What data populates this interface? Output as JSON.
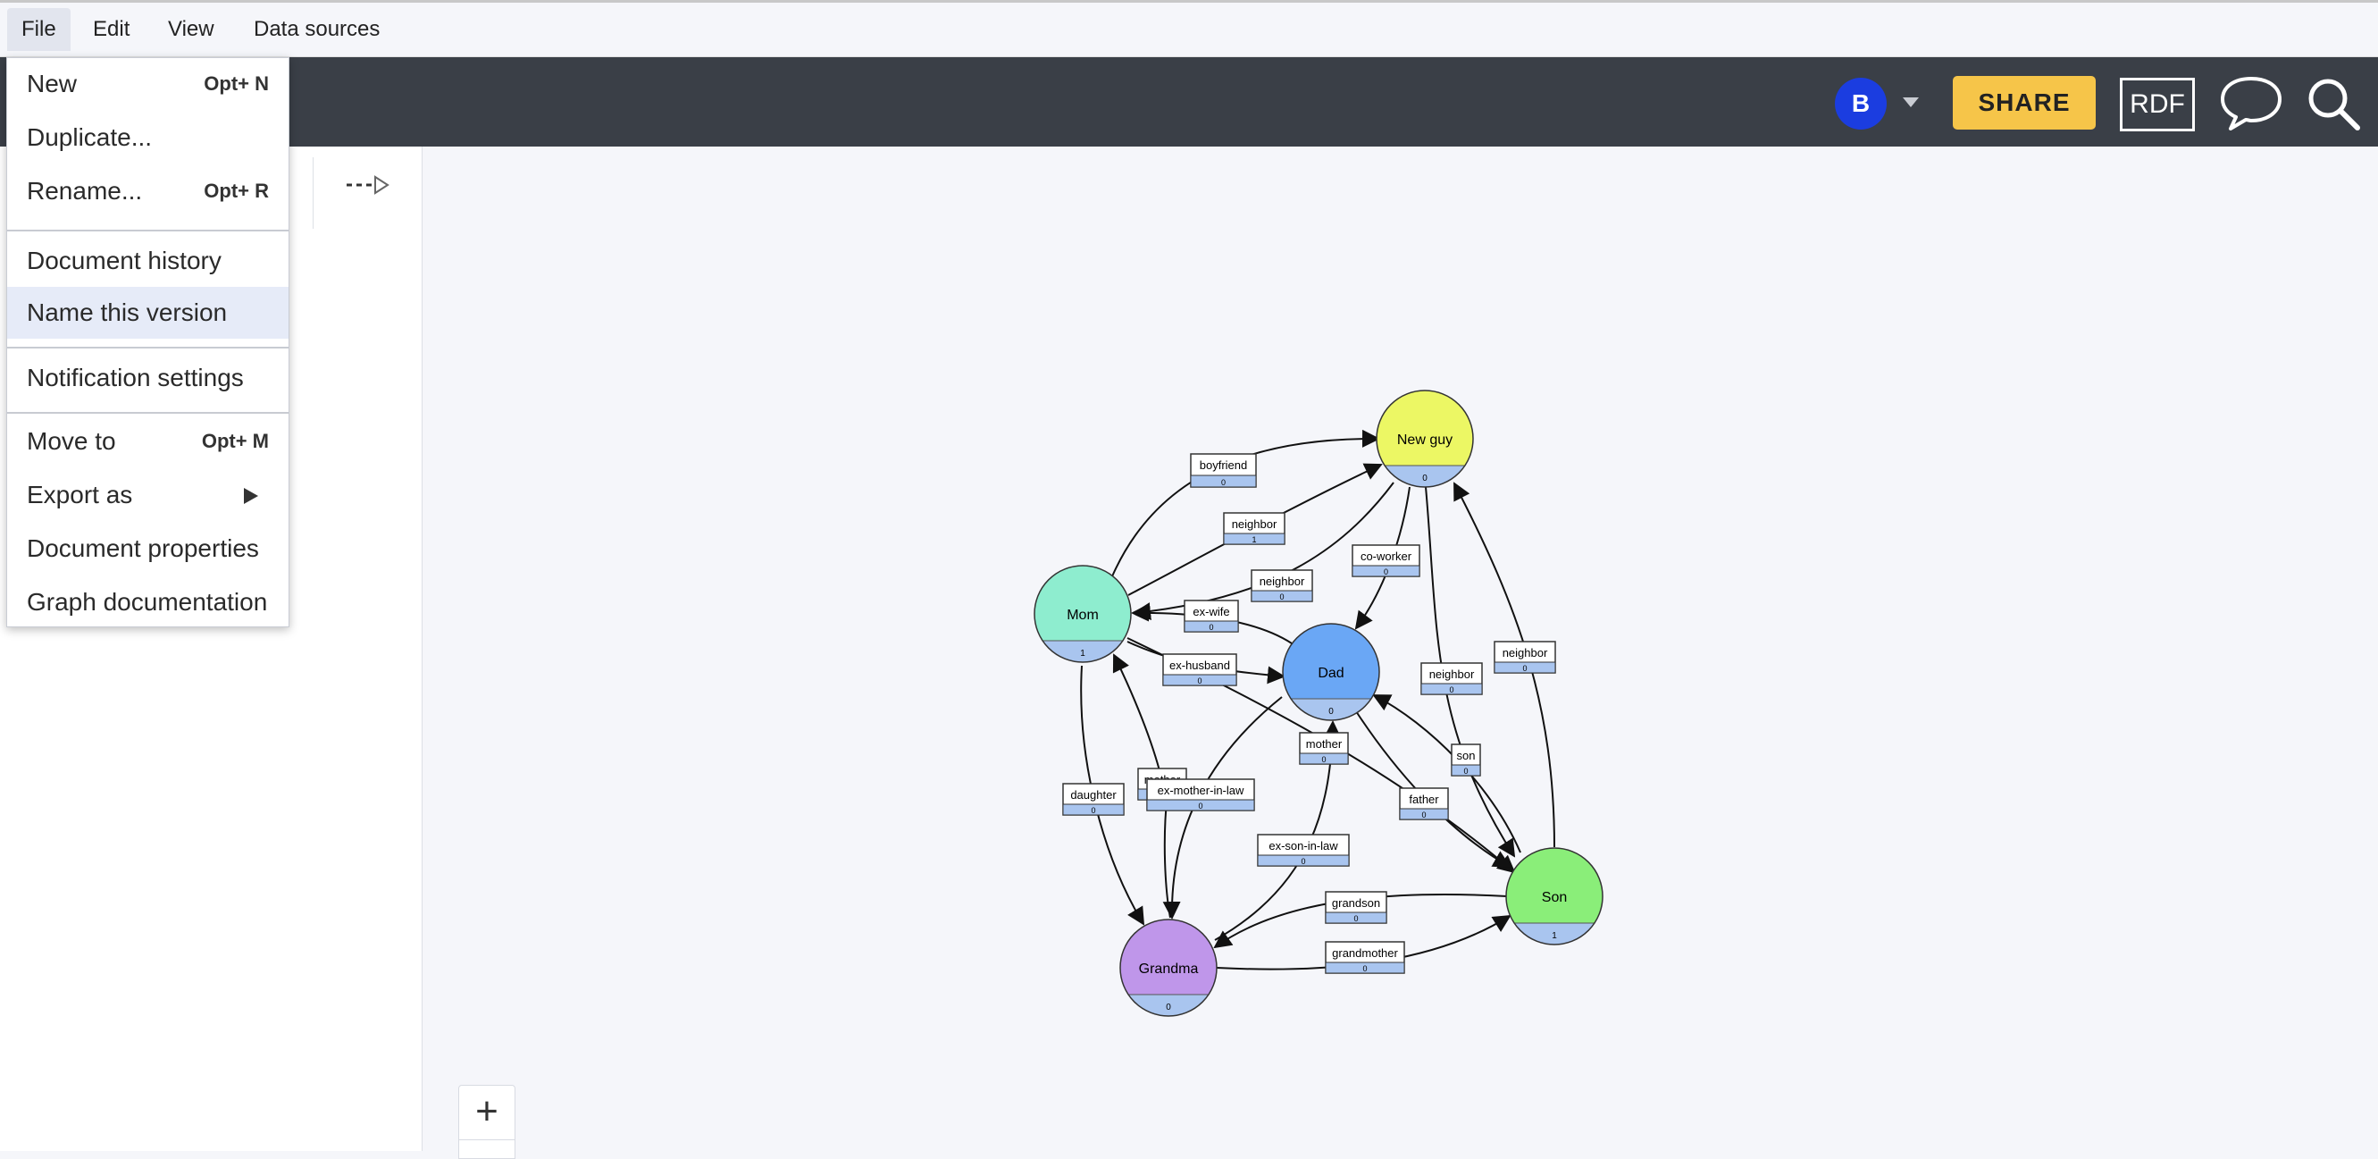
{
  "menubar": {
    "file": "File",
    "edit": "Edit",
    "view": "View",
    "data_sources": "Data sources"
  },
  "toolbar": {
    "avatar_initial": "B",
    "share_label": "SHARE",
    "rdf_label": "RDF"
  },
  "file_menu": {
    "new": {
      "label": "New",
      "shortcut": "Opt+ N"
    },
    "duplicate": {
      "label": "Duplicate..."
    },
    "rename": {
      "label": "Rename...",
      "shortcut": "Opt+ R"
    },
    "document_history": {
      "label": "Document history"
    },
    "name_version": {
      "label": "Name this version"
    },
    "notification_settings": {
      "label": "Notification settings"
    },
    "move_to": {
      "label": "Move to",
      "shortcut": "Opt+ M"
    },
    "export_as": {
      "label": "Export as"
    },
    "document_properties": {
      "label": "Document properties"
    },
    "graph_documentation": {
      "label": "Graph documentation"
    }
  },
  "zoom": {
    "plus": "+"
  },
  "graph": {
    "nodes": {
      "newguy": {
        "label": "New guy",
        "count": "0",
        "color": "#ecf764"
      },
      "mom": {
        "label": "Mom",
        "count": "1",
        "color": "#8eedcf"
      },
      "dad": {
        "label": "Dad",
        "count": "0",
        "color": "#6aa7f5"
      },
      "son": {
        "label": "Son",
        "count": "1",
        "color": "#8aee79"
      },
      "grandma": {
        "label": "Grandma",
        "count": "0",
        "color": "#bf96ea"
      }
    },
    "edges": {
      "boyfriend": {
        "label": "boyfriend",
        "count": "0"
      },
      "neighbor1": {
        "label": "neighbor",
        "count": "1"
      },
      "neighbor2": {
        "label": "neighbor",
        "count": "0"
      },
      "coworker": {
        "label": "co-worker",
        "count": "0"
      },
      "exwife": {
        "label": "ex-wife",
        "count": "0"
      },
      "exhusband": {
        "label": "ex-husband",
        "count": "0"
      },
      "neighbor3": {
        "label": "neighbor",
        "count": "0"
      },
      "neighbor4": {
        "label": "neighbor",
        "count": "0"
      },
      "mother1": {
        "label": "mother",
        "count": "0"
      },
      "son_e": {
        "label": "son",
        "count": "0"
      },
      "father": {
        "label": "father",
        "count": "0"
      },
      "daughter": {
        "label": "daughter",
        "count": "0"
      },
      "mother2": {
        "label": "mother",
        "count": "0"
      },
      "exmotherinlaw": {
        "label": "ex-mother-in-law",
        "count": "0"
      },
      "exsoninlaw": {
        "label": "ex-son-in-law",
        "count": "0"
      },
      "grandson": {
        "label": "grandson",
        "count": "0"
      },
      "grandmother": {
        "label": "grandmother",
        "count": "0"
      }
    }
  }
}
